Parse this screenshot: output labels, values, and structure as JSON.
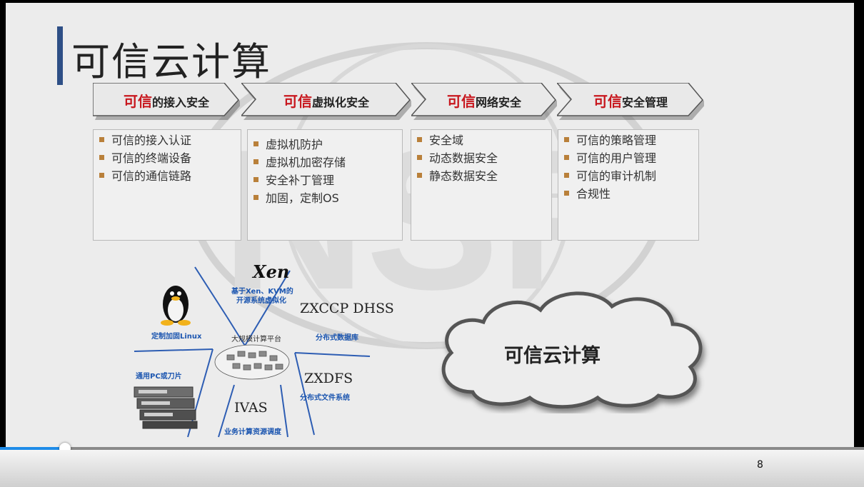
{
  "slide": {
    "title": "可信云计算",
    "pillars": [
      {
        "prefix": "可信",
        "suffix": "的接入安全",
        "items": [
          "可信的接入认证",
          "可信的终端设备",
          "可信的通信链路"
        ]
      },
      {
        "prefix": "可信",
        "suffix": "虚拟化安全",
        "items": [
          "虚拟机防护",
          "虚拟机加密存储",
          "安全补丁管理",
          "加固，定制OS"
        ]
      },
      {
        "prefix": "可信",
        "suffix": "网络安全",
        "items": [
          "安全域",
          "动态数据安全",
          "静态数据安全"
        ]
      },
      {
        "prefix": "可信",
        "suffix": "安全管理",
        "items": [
          "可信的策略管理",
          "可信的用户管理",
          "可信的审计机制",
          "合规性"
        ]
      }
    ],
    "diagram": {
      "xen_logo": "Xen",
      "xen_desc_1": "基于Xen、KVM的",
      "xen_desc_2": "开源系统虚拟化",
      "linux_label": "定制加固Linux",
      "center_label": "大规模计算平台",
      "dhss_name": "ZXCCP DHSS",
      "dhss_desc": "分布式数据库",
      "pc_label": "通用PC或刀片",
      "zxdfs_name": "ZXDFS",
      "zxdfs_desc": "分布式文件系统",
      "ivas_name": "IVAS",
      "ivas_desc": "业务计算资源调度"
    },
    "cloud_label": "可信云计算",
    "watermark": "NSP"
  },
  "player": {
    "page_number": "8",
    "progress": 0.075,
    "progress_color": "#1e8ce8"
  }
}
